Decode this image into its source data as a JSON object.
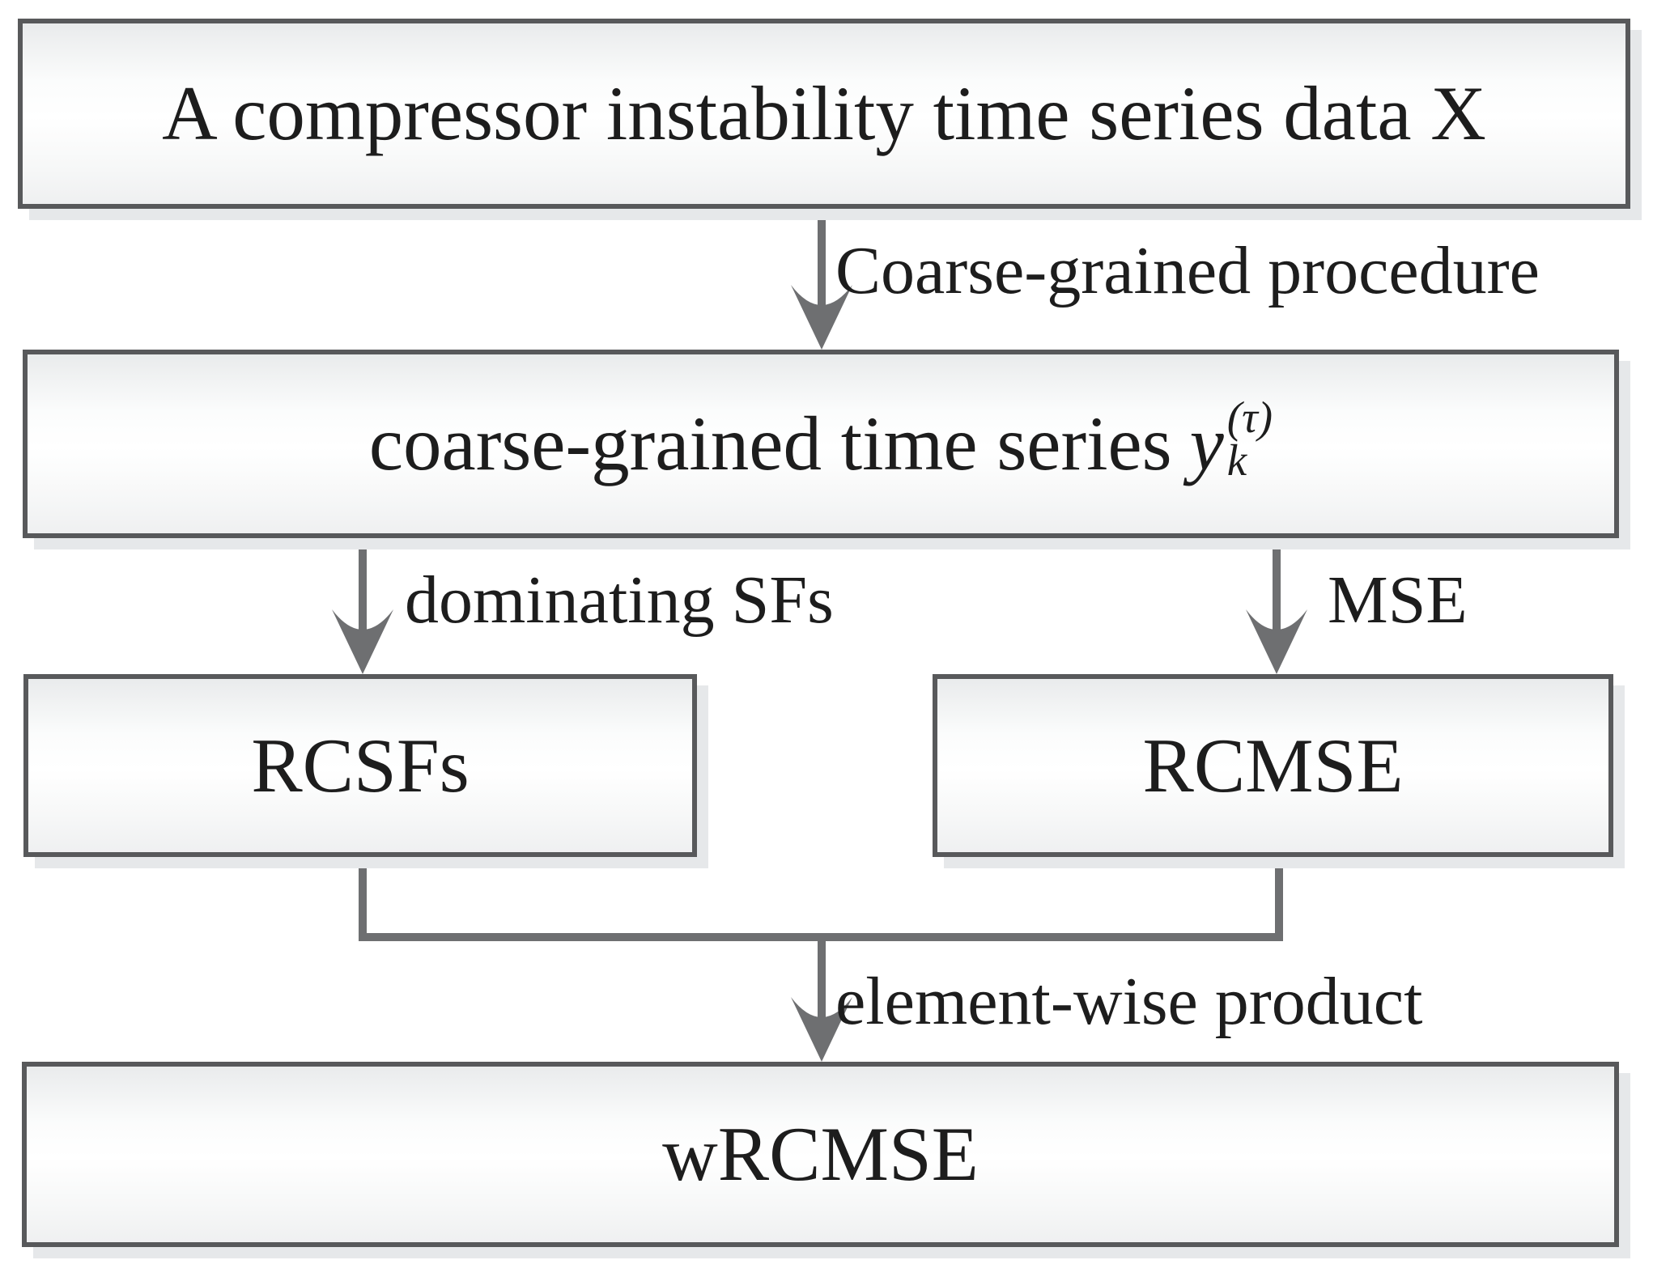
{
  "diagram": {
    "nodes": {
      "input": {
        "label": "A compressor instability time series data X"
      },
      "coarse_grained": {
        "label_prefix": "coarse-grained time series",
        "formula": {
          "base": "y",
          "subscript": "k",
          "superscript": "(τ)"
        }
      },
      "rcsfs": {
        "label": "RCSFs"
      },
      "rcmse": {
        "label": "RCMSE"
      },
      "wrcmse": {
        "label": "wRCMSE"
      }
    },
    "edge_labels": {
      "coarse_procedure": "Coarse-grained procedure",
      "dominating_sfs": "dominating SFs",
      "mse": "MSE",
      "element_wise": "element-wise product"
    },
    "colors": {
      "box_border": "#58595b",
      "arrow": "#6e6f71",
      "shadow": "#e6e8ea",
      "text": "#1d1d1d",
      "box_fill_top": "#e9ebec",
      "box_fill_middle": "#ffffff",
      "box_fill_bottom": "#eff0f1",
      "background": "#ffffff"
    }
  }
}
